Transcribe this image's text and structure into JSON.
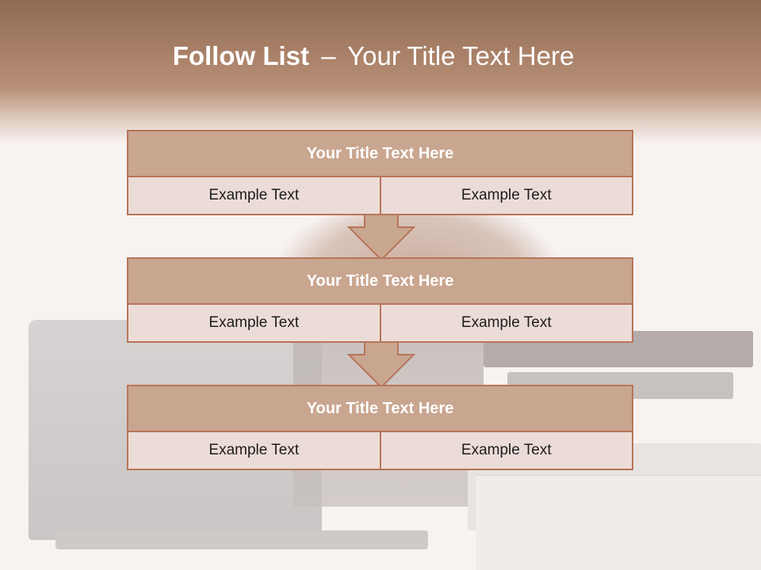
{
  "title": {
    "bold": "Follow List",
    "separator": "–",
    "rest": "Your Title Text Here"
  },
  "steps": [
    {
      "title": "Your Title Text Here",
      "left": "Example Text",
      "right": "Example Text"
    },
    {
      "title": "Your Title Text Here",
      "left": "Example Text",
      "right": "Example Text"
    },
    {
      "title": "Your Title Text Here",
      "left": "Example Text",
      "right": "Example Text"
    }
  ],
  "colors": {
    "header": "#a77f66",
    "box_border": "#b7755a",
    "box_title_fill": "#c9a690",
    "box_cell_fill": "#ecdcd7",
    "arrow_fill": "#c9a690"
  }
}
